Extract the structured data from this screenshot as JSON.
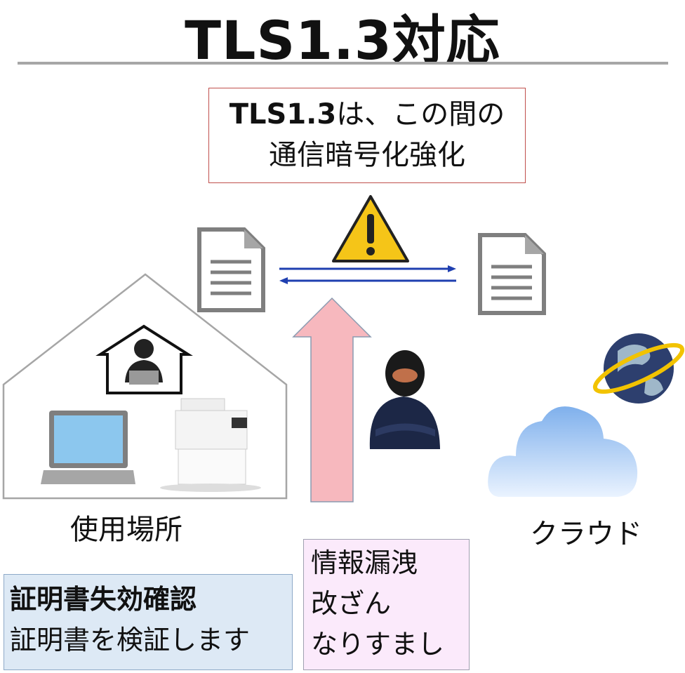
{
  "title": "TLS1.3対応",
  "callout": {
    "bold": "TLS1.3",
    "line1_rest": "は、この間の",
    "line2": "通信暗号化強化"
  },
  "labels": {
    "location": "使用場所",
    "cloud": "クラウド"
  },
  "certificate_box": {
    "heading": "証明書失効確認",
    "body": "証明書を検証します"
  },
  "threats_box": {
    "items": [
      "情報漏洩",
      "改ざん",
      "なりすまし"
    ]
  },
  "colors": {
    "callout_border": "#c0504d",
    "arrow_blue": "#1f3fb0",
    "attack_arrow": "#f7b8be",
    "cert_bg": "#dde9f5",
    "threat_bg": "#fbeafb"
  }
}
